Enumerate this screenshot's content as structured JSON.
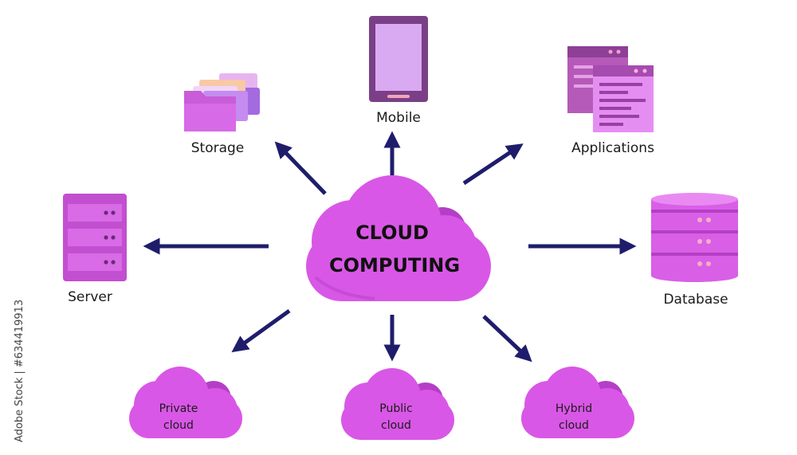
{
  "colors": {
    "primary": "#d957e6",
    "primary_dark": "#b43fc6",
    "arrow": "#1f1d6b",
    "mobile_frame": "#7a3f86",
    "mobile_screen": "#d9aaf2",
    "app_back": "#b55ab8",
    "app_front": "#e48ef2"
  },
  "center": {
    "line1": "CLOUD",
    "line2": "COMPUTING"
  },
  "nodes": {
    "storage": "Storage",
    "mobile": "Mobile",
    "applications": "Applications",
    "server": "Server",
    "database": "Database",
    "private_cloud": {
      "line1": "Private",
      "line2": "cloud"
    },
    "public_cloud": {
      "line1": "Public",
      "line2": "cloud"
    },
    "hybrid_cloud": {
      "line1": "Hybrid",
      "line2": "cloud"
    }
  },
  "watermark": "Adobe Stock | #634419913"
}
